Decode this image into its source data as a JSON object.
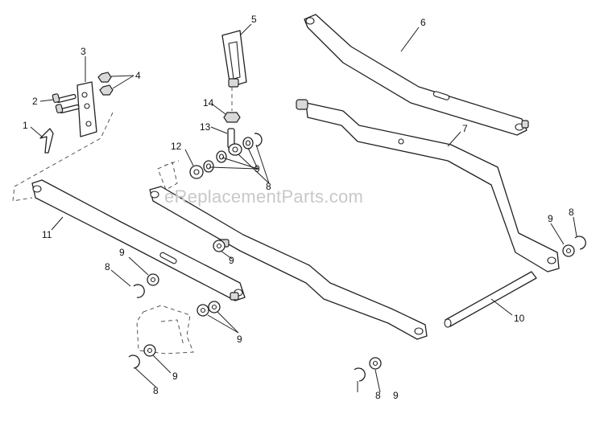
{
  "watermark": "eReplacementParts.com",
  "callouts": [
    {
      "id": "c1",
      "label": "1"
    },
    {
      "id": "c2",
      "label": "2"
    },
    {
      "id": "c3",
      "label": "3"
    },
    {
      "id": "c4",
      "label": "4"
    },
    {
      "id": "c5",
      "label": "5"
    },
    {
      "id": "c6",
      "label": "6"
    },
    {
      "id": "c7",
      "label": "7"
    },
    {
      "id": "c8a",
      "label": "8"
    },
    {
      "id": "c8b",
      "label": "8"
    },
    {
      "id": "c8c",
      "label": "8"
    },
    {
      "id": "c8d",
      "label": "8"
    },
    {
      "id": "c8e",
      "label": "8"
    },
    {
      "id": "c9a",
      "label": "9"
    },
    {
      "id": "c9b",
      "label": "9"
    },
    {
      "id": "c9c",
      "label": "9"
    },
    {
      "id": "c9d",
      "label": "9"
    },
    {
      "id": "c9e",
      "label": "9"
    },
    {
      "id": "c9f",
      "label": "9"
    },
    {
      "id": "c9g",
      "label": "9"
    },
    {
      "id": "c10",
      "label": "10"
    },
    {
      "id": "c11",
      "label": "11"
    },
    {
      "id": "c12",
      "label": "12"
    },
    {
      "id": "c13",
      "label": "13"
    },
    {
      "id": "c14",
      "label": "14"
    }
  ]
}
